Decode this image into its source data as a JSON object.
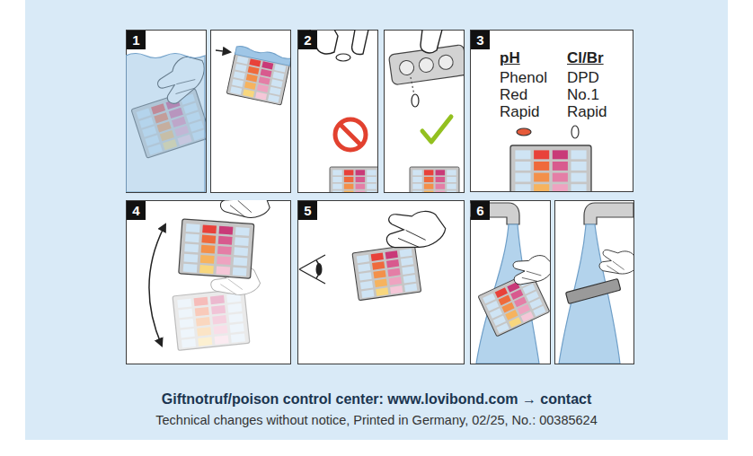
{
  "diagram": {
    "nodes": [
      {
        "text": [
          "1"
        ]
      },
      {
        "text": [
          "2"
        ]
      },
      {
        "text": [
          "pH",
          "Phenol Red Rapid",
          "Cl/Br",
          "DPD No.1 Rapid"
        ]
      },
      {
        "text": [
          "3"
        ],
        "in": 2
      },
      {
        "text": [
          "4"
        ]
      },
      {
        "text": [
          "5"
        ]
      },
      {
        "text": [
          "6"
        ]
      }
    ],
    "labels": [
      "Giftnotruf/poison control center: www.lovibond.com → contact",
      "Technical changes without notice, Printed in Germany, 02/25, No.: 00385624"
    ]
  }
}
